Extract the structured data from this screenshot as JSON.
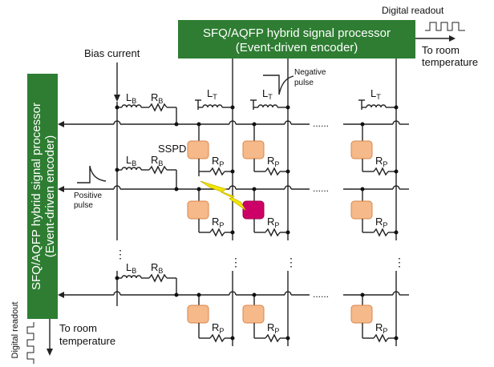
{
  "processor_top": {
    "line1": "SFQ/AQFP hybrid signal processor",
    "line2": "(Event-driven encoder)"
  },
  "processor_left": {
    "line1": "SFQ/AQFP hybrid signal processor",
    "line2": "(Event-driven encoder)"
  },
  "labels": {
    "digital_readout": "Digital readout",
    "to_room_top_1": "To room",
    "to_room_top_2": "temperature",
    "to_room_bottom_1": "To room",
    "to_room_bottom_2": "temperature",
    "bias_current": "Bias current",
    "sspd": "SSPD",
    "negative_pulse_1": "Negative",
    "negative_pulse_2": "pulse",
    "positive_pulse_1": "Positive",
    "positive_pulse_2": "pulse",
    "lb_main": "L",
    "lb_sub": "B",
    "rb_main": "R",
    "rb_sub": "B",
    "lt_main": "L",
    "lt_sub": "T",
    "rp_main": "R",
    "rp_sub": "P",
    "dots": "......",
    "vdots": "⋮"
  },
  "colors": {
    "processor": "#2e7d32",
    "sspd": "#f5b98a",
    "sspd_hit": "#cc0066",
    "photon": "#f2e600"
  },
  "icons": [
    "lightning-bolt-icon",
    "negative-pulse-icon",
    "positive-pulse-icon",
    "digital-waveform-icon"
  ]
}
